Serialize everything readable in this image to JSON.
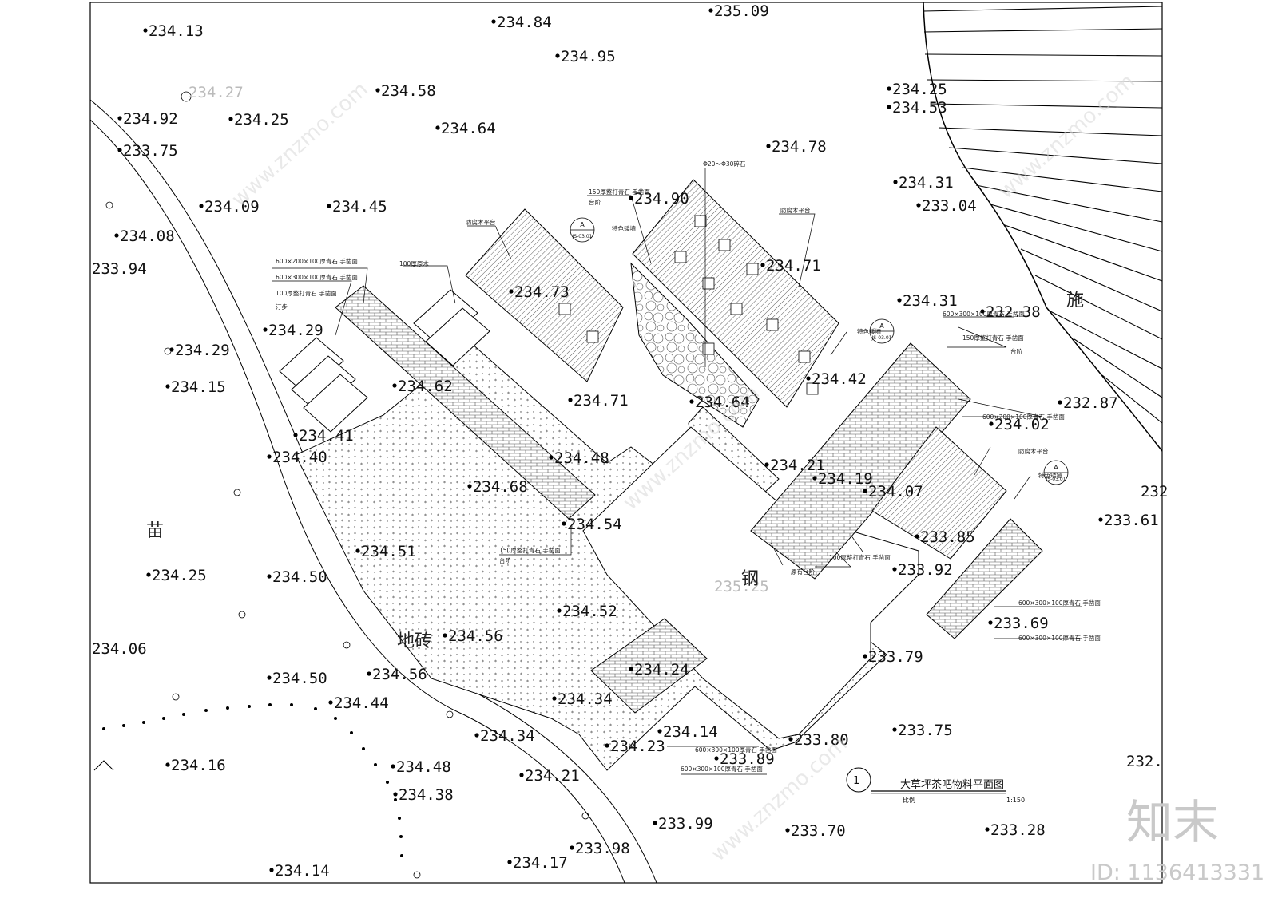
{
  "drawing": {
    "title": "大草坪茶吧物料平面图",
    "scale_label": "比例",
    "scale_value": "1:150",
    "index_number": "1"
  },
  "elevations": [
    "234.13",
    "234.84",
    "235.09",
    "234.95",
    "234.27",
    "234.58",
    "234.92",
    "234.25",
    "234.64",
    "233.75",
    "234.78",
    "234.25",
    "234.53",
    "234.31",
    "233.04",
    "234.09",
    "234.45",
    "234.90",
    "234.08",
    "234.71",
    "233.94",
    "234.73",
    "234.31",
    "232.38",
    "234.29",
    "234.29",
    "234.42",
    "234.15",
    "234.62",
    "234.71",
    "234.64",
    "232.87",
    "234.02",
    "234.41",
    "234.40",
    "234.48",
    "234.21",
    "234.19",
    "234.68",
    "234.07",
    "234.54",
    "233.85",
    "233.61",
    "234.51",
    "234.25",
    "234.50",
    "233.92",
    "235.25",
    "234.52",
    "233.69",
    "234.06",
    "234.56",
    "234.24",
    "233.79",
    "234.50",
    "234.56",
    "234.34",
    "234.44",
    "234.14",
    "234.34",
    "234.23",
    "233.89",
    "233.80",
    "233.75",
    "234.16",
    "234.48",
    "234.21",
    "234.38",
    "233.99",
    "233.70",
    "233.28",
    "233.98",
    "234.17",
    "234.14",
    "232.",
    "232"
  ],
  "material_notes": [
    "150厚整打青石 手凿面",
    "台阶",
    "Φ20～Φ30碎石",
    "防腐木平台",
    "防腐木平台",
    "600×200×100厚青石 手凿面",
    "600×300×100厚青石 手凿面",
    "100厚整打青石 手凿面",
    "汀步",
    "100厚原木",
    "特色矮墙",
    "特色矮墙",
    "600×300×100厚青石 手凿面",
    "150厚整打青石 手凿面",
    "台阶",
    "600×200×100厚青石 手凿面",
    "防腐木平台",
    "特色矮墙",
    "100厚整打青石 手凿面",
    "原有台阶",
    "150厚整打青石 手凿面",
    "台阶",
    "600×300×100厚青石 手凿面",
    "600×300×100厚青石 手凿面",
    "600×300×100厚青石 手凿面",
    "600×300×100厚青石 手凿面"
  ],
  "callouts": [
    {
      "top": "A",
      "bottom": "JS-03.01"
    },
    {
      "top": "A",
      "bottom": "JS-03.01"
    },
    {
      "top": "A",
      "bottom": "JS-03.01"
    }
  ],
  "zone_labels": [
    "苗",
    "施",
    "地砖",
    "钢"
  ],
  "watermark": {
    "brand": "知末",
    "id_text": "ID: 1136413331",
    "site": "www.znzmo.com"
  }
}
